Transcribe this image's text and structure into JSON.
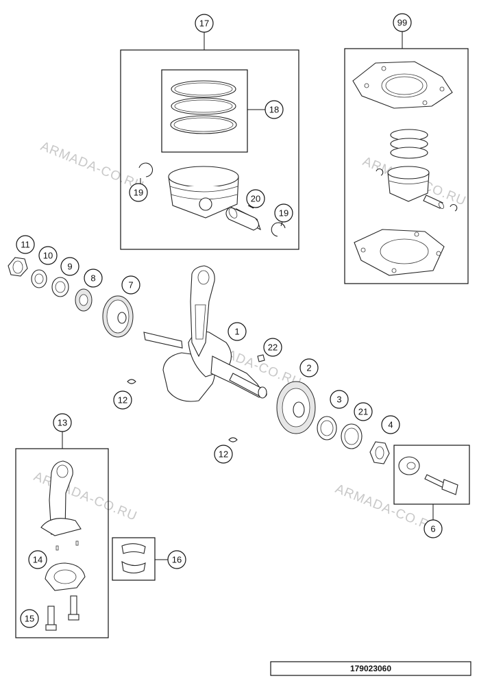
{
  "callouts": {
    "c1": "1",
    "c2": "2",
    "c3": "3",
    "c4": "4",
    "c6": "6",
    "c7": "7",
    "c8": "8",
    "c9": "9",
    "c10": "10",
    "c11": "11",
    "c12a": "12",
    "c12b": "12",
    "c13": "13",
    "c14": "14",
    "c15": "15",
    "c16": "16",
    "c17": "17",
    "c18": "18",
    "c19a": "19",
    "c19b": "19",
    "c20": "20",
    "c21": "21",
    "c22": "22",
    "c99": "99"
  },
  "watermark": "ARMADA-CO.RU",
  "document_number": "179023060",
  "colors": {
    "line": "#111111",
    "watermark": "#c8c8c8",
    "background": "#ffffff"
  }
}
